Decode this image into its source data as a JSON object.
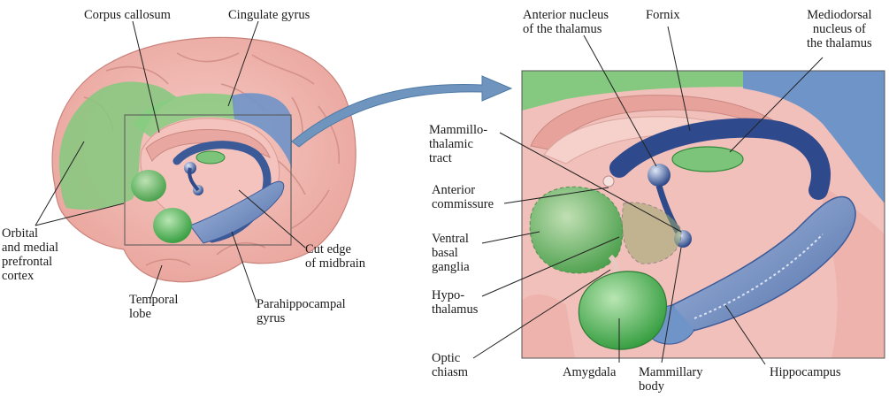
{
  "left_panel": {
    "labels": {
      "corpus_callosum": "Corpus callosum",
      "cingulate_gyrus": "Cingulate gyrus",
      "orbital_prefrontal": "Orbital\nand medial\nprefrontal\ncortex",
      "temporal_lobe": "Temporal\nlobe",
      "parahippocampal": "Parahippocampal\ngyrus",
      "cut_edge": "Cut edge\nof midbrain"
    }
  },
  "right_panel": {
    "labels": {
      "anterior_nucleus": "Anterior nucleus\nof the thalamus",
      "fornix": "Fornix",
      "mediodorsal": "Mediodorsal\nnucleus of\nthe thalamus",
      "mammillothalamic": "Mammillo-\nthalamic\ntract",
      "anterior_commissure": "Anterior\ncommissure",
      "ventral_basal_ganglia": "Ventral\nbasal\nganglia",
      "hypothalamus": "Hypo-\nthalamus",
      "optic_chiasm": "Optic\nchiasm",
      "amygdala": "Amygdala",
      "mammillary_body": "Mammillary\nbody",
      "hippocampus": "Hippocampus"
    }
  },
  "colors": {
    "cortex_pink": "#f2b9b2",
    "cortex_dark": "#d98f88",
    "limbic_green": "#8fcf8a",
    "limbic_blue": "#6f94c8",
    "deep_blue": "#2f4a8a",
    "arrow_blue": "#6f95be"
  }
}
